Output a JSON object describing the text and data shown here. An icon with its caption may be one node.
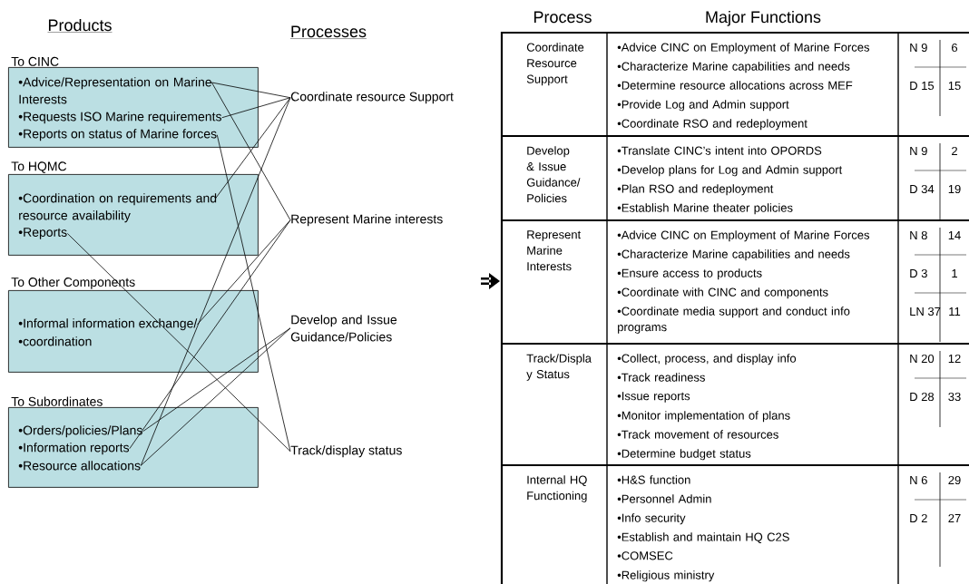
{
  "diagram": {
    "nodes": [
      {
        "text": [
          "To CINC"
        ]
      },
      {
        "text": [
          "•Advice/Representation on Marine Interests"
        ],
        "in": 0
      },
      {
        "text": [
          "•Requests ISO Marine requirements"
        ],
        "in": 0
      },
      {
        "text": [
          "•Reports on status of Marine forces"
        ],
        "in": 0
      },
      {
        "text": [
          "To HQMC"
        ]
      },
      {
        "text": [
          "•Coordination on requirements and resource availability"
        ],
        "in": 4
      },
      {
        "text": [
          "•Reports"
        ],
        "in": 4
      },
      {
        "text": [
          "To Other Components"
        ]
      },
      {
        "text": [
          "•Informal information exchange/"
        ],
        "in": 7
      },
      {
        "text": [
          "•coordination"
        ],
        "in": 7
      },
      {
        "text": [
          "To Subordinates"
        ]
      },
      {
        "text": [
          "•Orders/policies/Plans"
        ],
        "in": 10
      },
      {
        "text": [
          "•Information reports"
        ],
        "in": 10
      },
      {
        "text": [
          "•Resource allocations"
        ],
        "in": 10
      },
      {
        "text": [
          "Coordinate resource Support"
        ]
      },
      {
        "text": [
          "Represent Marine interests"
        ]
      },
      {
        "text": [
          "Develop and Issue Guidance/Policies"
        ]
      },
      {
        "text": [
          "Track/display status"
        ]
      }
    ],
    "edges": [
      {
        "from": 1,
        "to": 14,
        "arrow": "none"
      },
      {
        "from": 2,
        "to": 14,
        "arrow": "none"
      },
      {
        "from": 5,
        "to": 14,
        "arrow": "none"
      },
      {
        "from": 13,
        "to": 14,
        "arrow": "none"
      },
      {
        "from": 1,
        "to": 15,
        "arrow": "none"
      },
      {
        "from": 12,
        "to": 15,
        "arrow": "none"
      },
      {
        "from": 8,
        "to": 15,
        "arrow": "none"
      },
      {
        "from": 11,
        "to": 16,
        "arrow": "none"
      },
      {
        "from": 13,
        "to": 16,
        "arrow": "none"
      },
      {
        "from": 3,
        "to": 17,
        "arrow": "none"
      },
      {
        "from": 6,
        "to": 17,
        "arrow": "none"
      }
    ],
    "labels": [
      "Products",
      "Processes",
      "Process",
      "Major Functions",
      "Coordinate Resource Support",
      "•Advice CINC on Employment of Marine Forces",
      "•Characterize Marine capabilities and needs",
      "•Determine resource allocations across MEF",
      "•Provide Log and Admin support",
      "•Coordinate RSO and redeployment",
      "N 9",
      "6",
      "D 15",
      "15",
      "Develop & Issue Guidance/ Policies",
      "•Translate CINC’s intent into OPORDS",
      "•Develop plans for Log and Admin support",
      "•Plan RSO and redeployment",
      "•Establish Marine theater policies",
      "N 9",
      "2",
      "D 34",
      "19",
      "Represent Marine Interests",
      "•Advice CINC on Employment of Marine Forces",
      "•Characterize Marine capabilities and needs",
      "•Ensure access to products",
      "•Coordinate with CINC and components",
      "•Coordinate media support and conduct info programs",
      "N 8",
      "14",
      "D 3",
      "1",
      "LN 37",
      "11",
      "Track/Displa y Status",
      "•Collect, process, and display info",
      "•Track readiness",
      "•Issue reports",
      "•Monitor implementation of plans",
      "•Track movement of resources",
      "•Determine budget status",
      "N 20",
      "12",
      "D 28",
      "33",
      "Internal HQ Functioning",
      "•H&S function",
      "•Personnel Admin",
      "•Info security",
      "•Establish and maintain HQ C2S",
      "•COMSEC",
      "•Religious ministry",
      "N 6",
      "29",
      "D 2",
      "27"
    ]
  }
}
